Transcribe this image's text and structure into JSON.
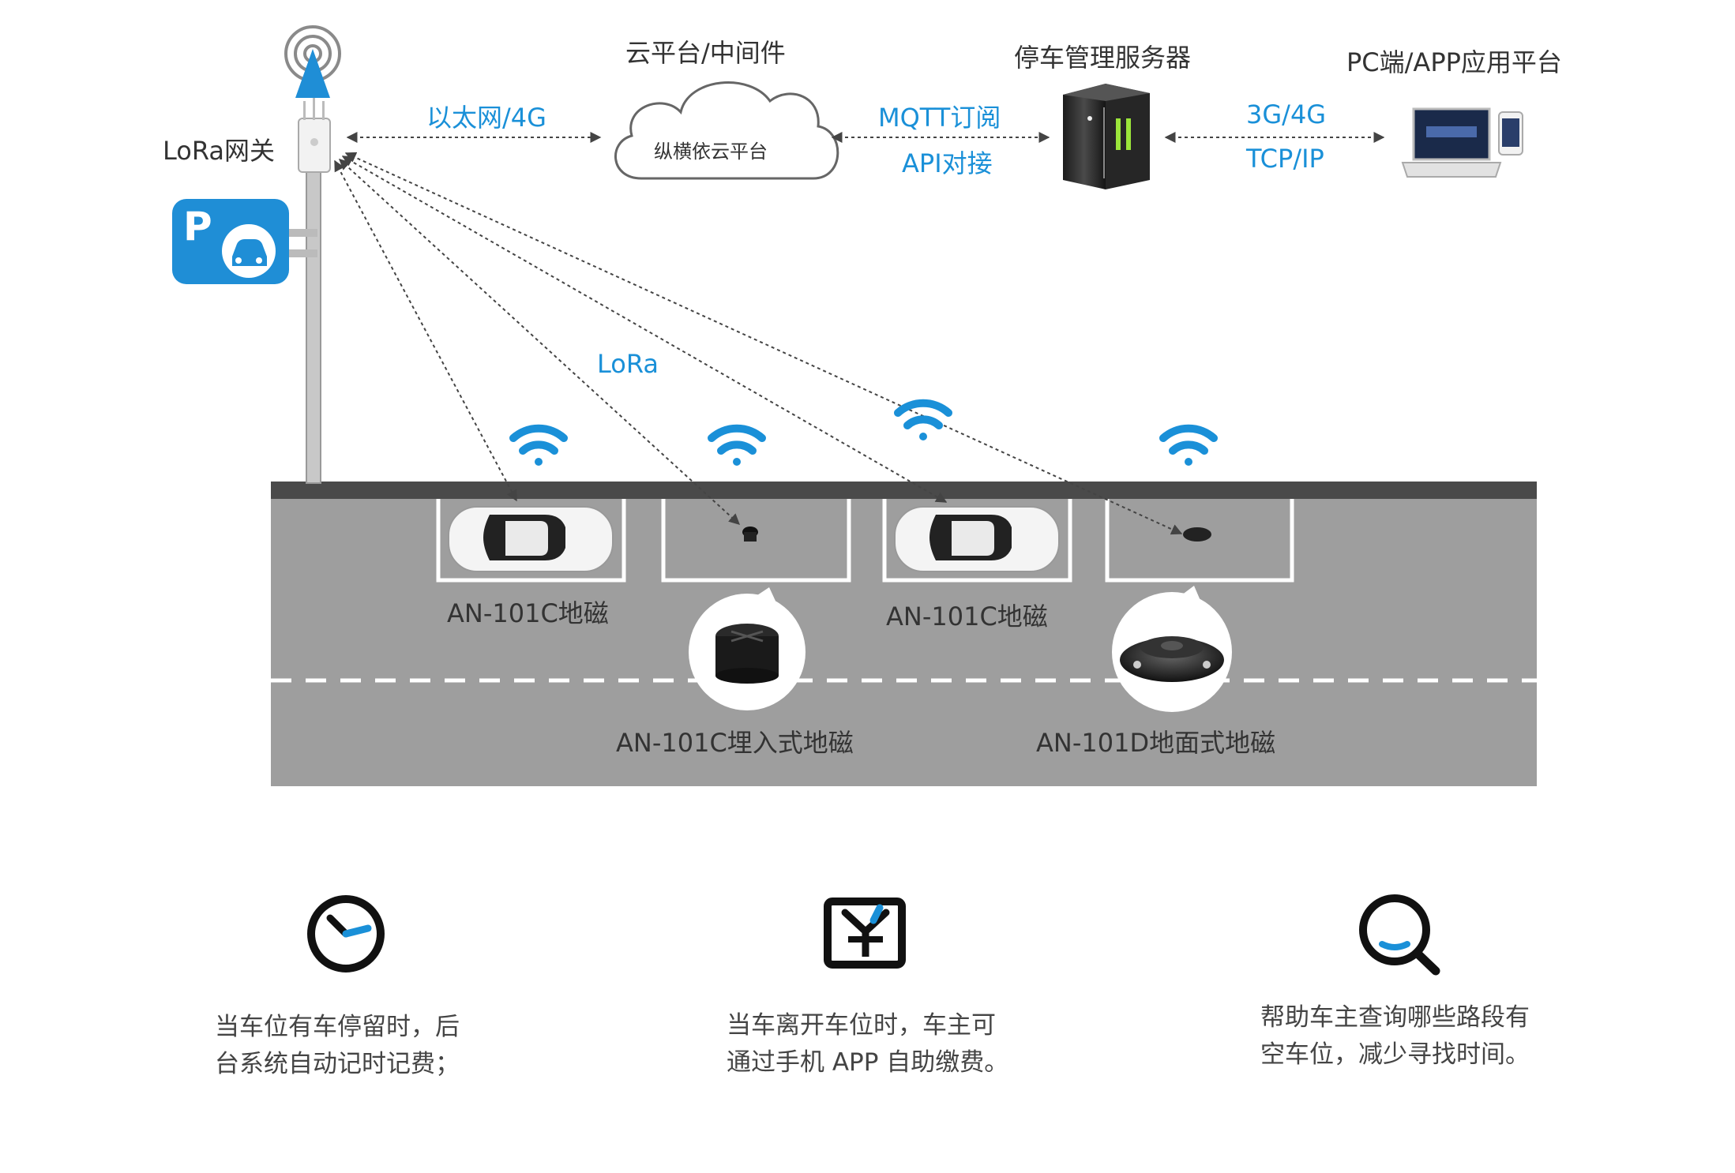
{
  "colors": {
    "accent": "#1a90d8",
    "road": "#9e9e9e",
    "curb": "#4a4a4a",
    "sign": "#1f8ed6"
  },
  "top": {
    "gateway_label": "LoRa网关",
    "cloud_title": "云平台/中间件",
    "cloud_inner": "纵横依云平台",
    "server_title": "停车管理服务器",
    "client_title": "PC端/APP应用平台",
    "link_ethernet": "以太网/4G",
    "link_mqtt": "MQTT订阅",
    "link_api": "API对接",
    "link_3g4g": "3G/4G",
    "link_tcpip": "TCP/IP",
    "lora_label": "LoRa",
    "sign_letter": "P"
  },
  "road": {
    "sensor_label_1": "AN-101C地磁",
    "sensor_label_2": "AN-101C地磁",
    "embedded_label": "AN-101C埋入式地磁",
    "surface_label": "AN-101D地面式地磁"
  },
  "features": [
    {
      "icon": "clock-icon",
      "line1": "当车位有车停留时，后",
      "line2": "台系统自动记时记费；"
    },
    {
      "icon": "yen-payment-icon",
      "line1": "当车离开车位时，车主可",
      "line2": "通过手机 APP 自助缴费。"
    },
    {
      "icon": "search-icon",
      "line1": "帮助车主查询哪些路段有",
      "line2": "空车位，减少寻找时间。"
    }
  ]
}
